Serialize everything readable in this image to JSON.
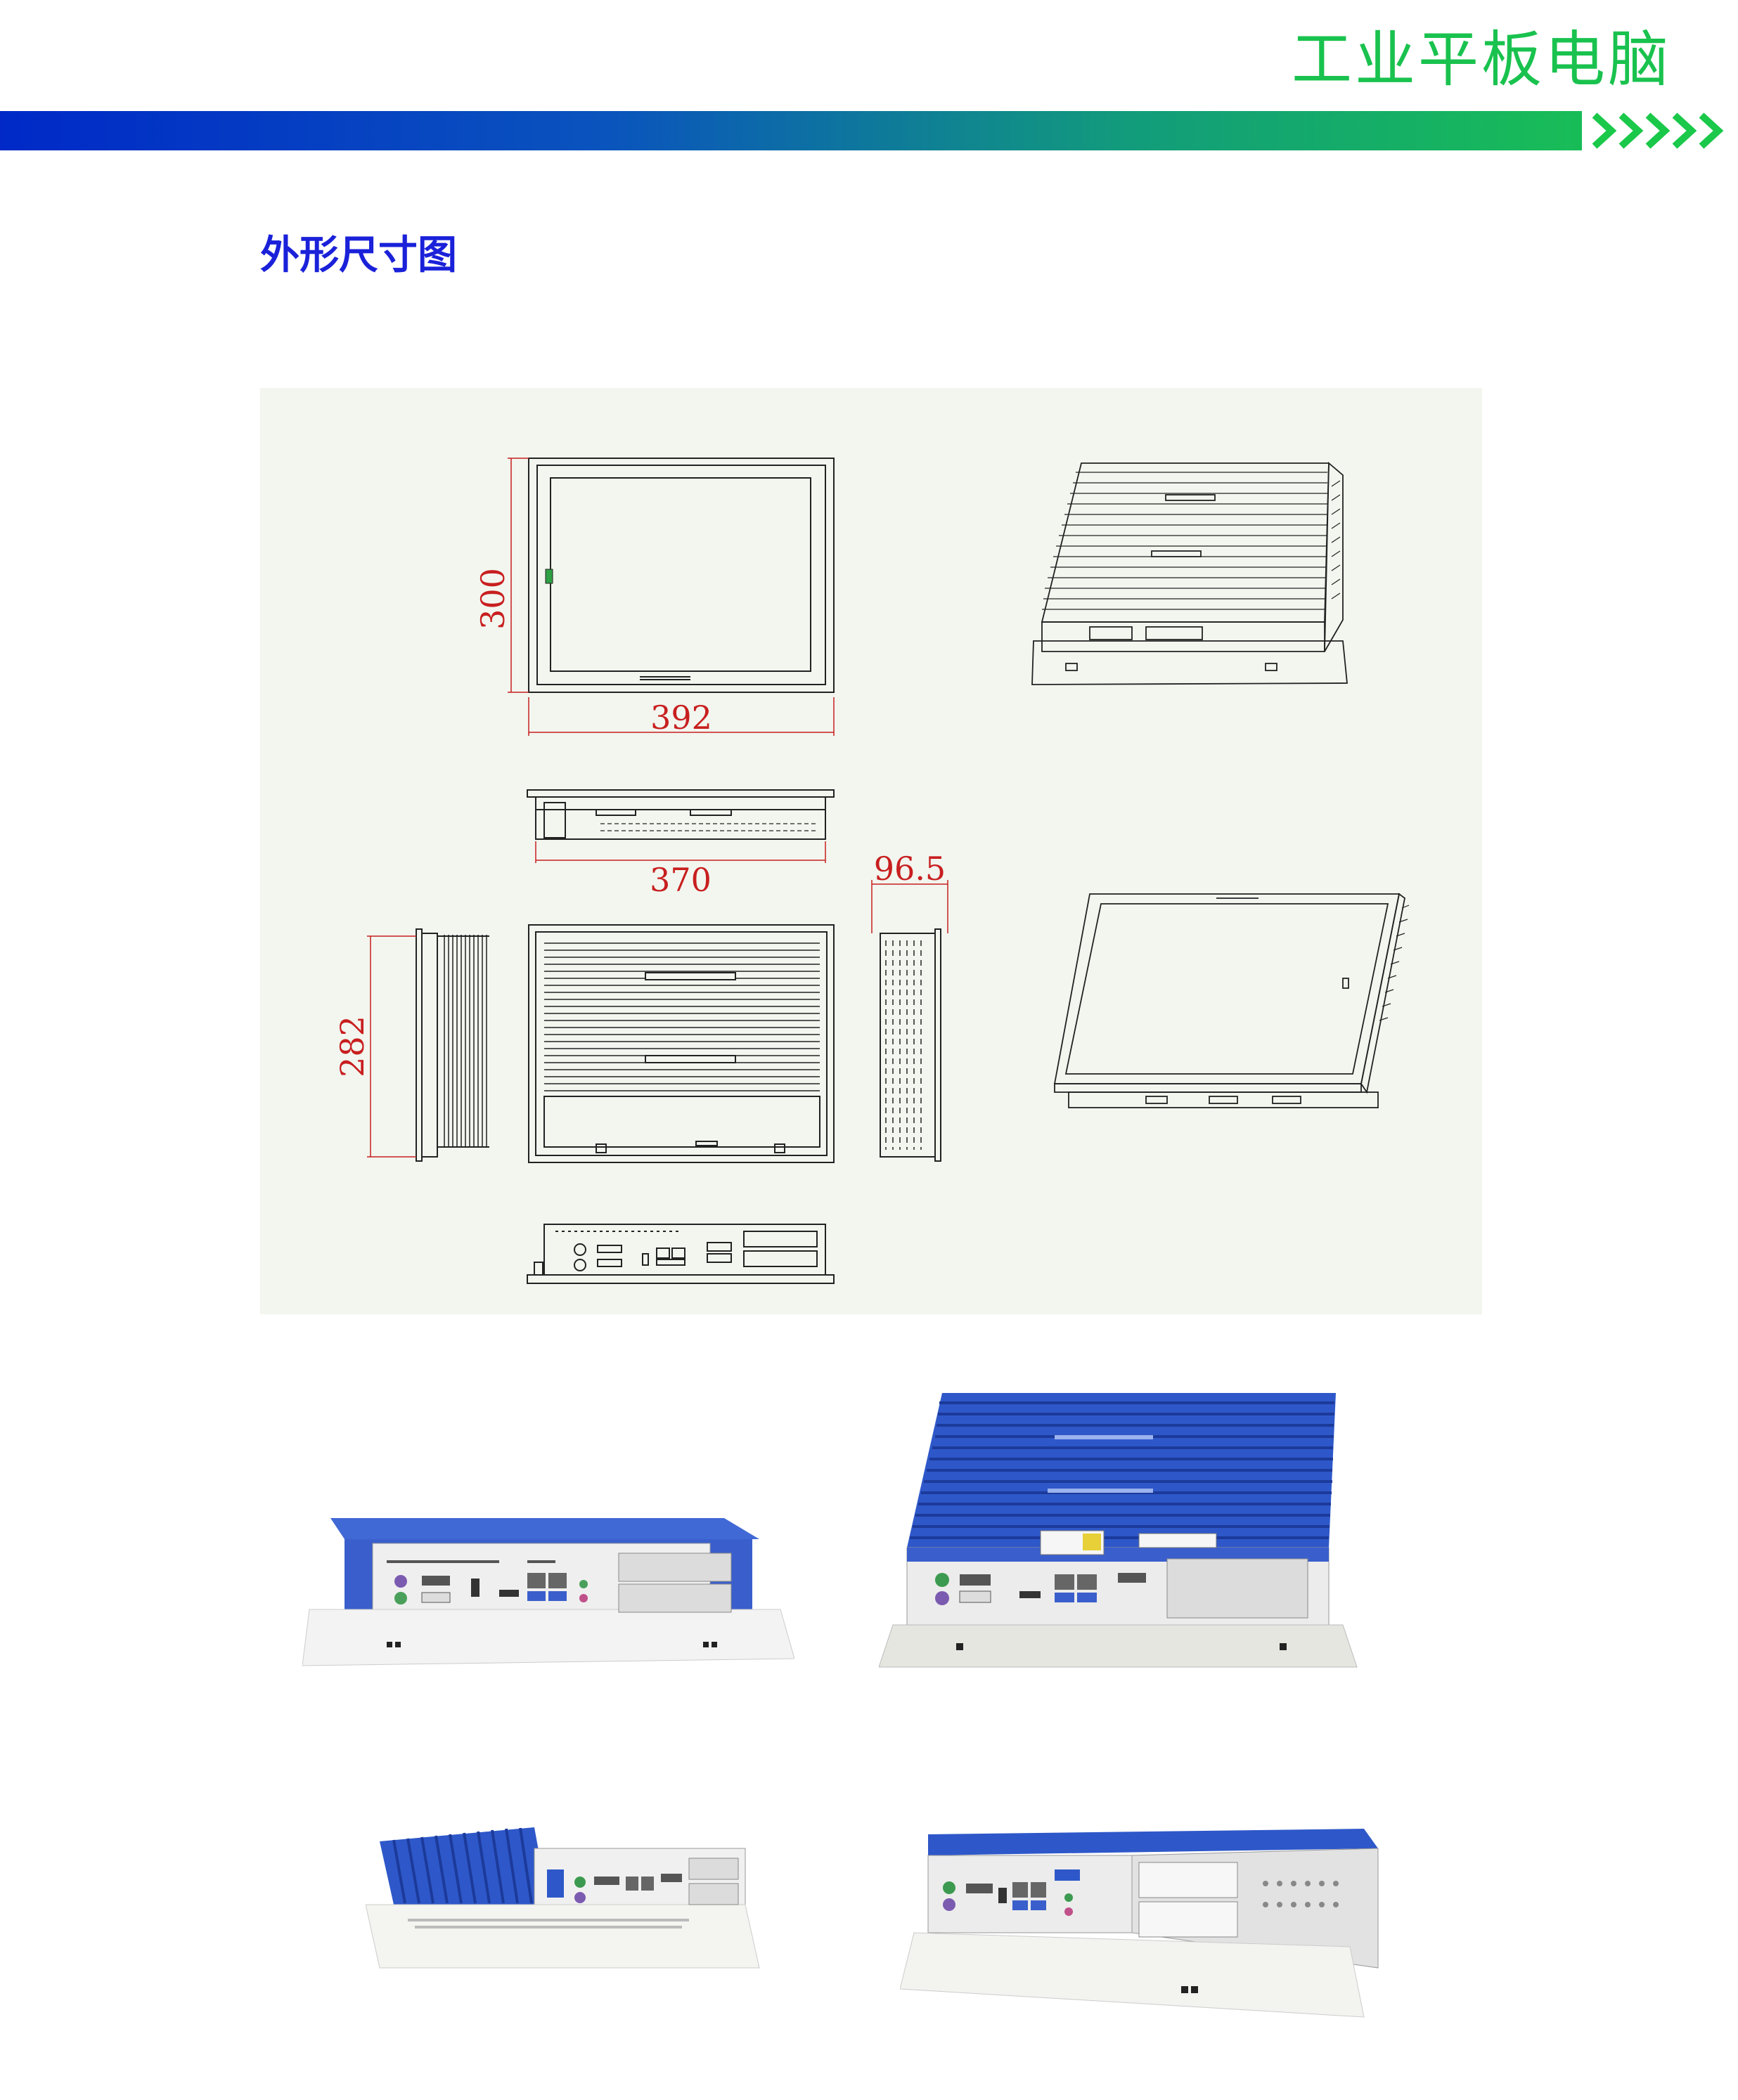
{
  "header": {
    "title": "工业平板电脑",
    "gradient": [
      "#0029c7",
      "#0a63b5",
      "#129c7b",
      "#1ac84a"
    ],
    "chevron_color": "#1ac84a"
  },
  "section": {
    "title": "外形尺寸图"
  },
  "drawing": {
    "line_color": "#222222",
    "dimension_color": "#c81f1f",
    "height_label": "300",
    "width_label": "392",
    "cutout_width_label": "370",
    "depth_label": "96.5",
    "cutout_height_label": "282"
  },
  "colors": {
    "heatsink_blue": "#2e58c9",
    "panel_white": "#ececec"
  }
}
